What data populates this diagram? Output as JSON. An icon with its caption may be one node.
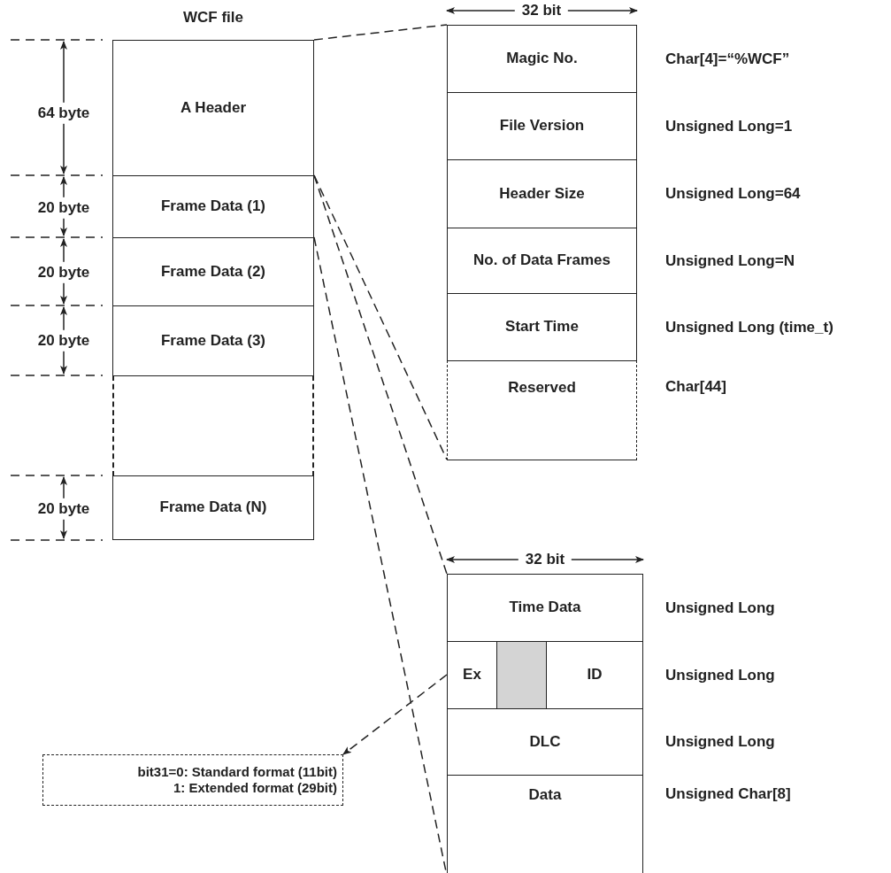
{
  "diagram": {
    "title": "WCF file",
    "nodes": [
      {
        "text": [
          "A Header"
        ]
      },
      {
        "text": [
          "Frame Data (1)"
        ]
      },
      {
        "text": [
          "Frame Data (2)"
        ]
      },
      {
        "text": [
          "Frame Data (3)"
        ]
      },
      {
        "text": [],
        "shape": "box"
      },
      {
        "text": [
          "Frame Data (N)"
        ]
      },
      {
        "text": [
          "Magic No."
        ],
        "beside": [
          "Char[4]=“%WCF”"
        ]
      },
      {
        "text": [
          "File Version"
        ],
        "beside": [
          "Unsigned Long=1"
        ]
      },
      {
        "text": [
          "Header Size"
        ],
        "beside": [
          "Unsigned Long=64"
        ]
      },
      {
        "text": [
          "No. of Data Frames"
        ],
        "beside": [
          "Unsigned Long=N"
        ]
      },
      {
        "text": [
          "Start Time"
        ],
        "beside": [
          "Unsigned Long (time_t)"
        ]
      },
      {
        "text": [
          "Reserved"
        ],
        "beside": [
          "Char[44]"
        ]
      },
      {
        "text": [
          "Time Data"
        ],
        "beside": [
          "Unsigned Long"
        ]
      },
      {
        "text": [
          "Ex"
        ]
      },
      {
        "text": [],
        "shape": "box"
      },
      {
        "text": [
          "ID"
        ],
        "beside": [
          "Unsigned Long"
        ]
      },
      {
        "text": [
          "DLC"
        ],
        "beside": [
          "Unsigned Long"
        ]
      },
      {
        "text": [
          "Data"
        ],
        "beside": [
          "Unsigned Char[8]"
        ]
      },
      {
        "text": [
          "bit31=0: Standard format (11bit)",
          "1: Extended format (29bit)"
        ]
      }
    ],
    "edges": [
      {
        "from": 0,
        "to": 6,
        "arrow": "none",
        "style": "dashed"
      },
      {
        "from": 0,
        "to": 11,
        "arrow": "none",
        "style": "dashed"
      },
      {
        "from": 1,
        "to": 12,
        "arrow": "none",
        "style": "dashed"
      },
      {
        "from": 1,
        "to": 17,
        "arrow": "none",
        "style": "dashed"
      },
      {
        "from": 13,
        "to": 18,
        "arrow": "to",
        "style": "dashed"
      }
    ],
    "labels": [
      "32 bit",
      "64 byte",
      "20 byte",
      "20 byte",
      "20 byte",
      "20 byte",
      "32 bit"
    ]
  }
}
